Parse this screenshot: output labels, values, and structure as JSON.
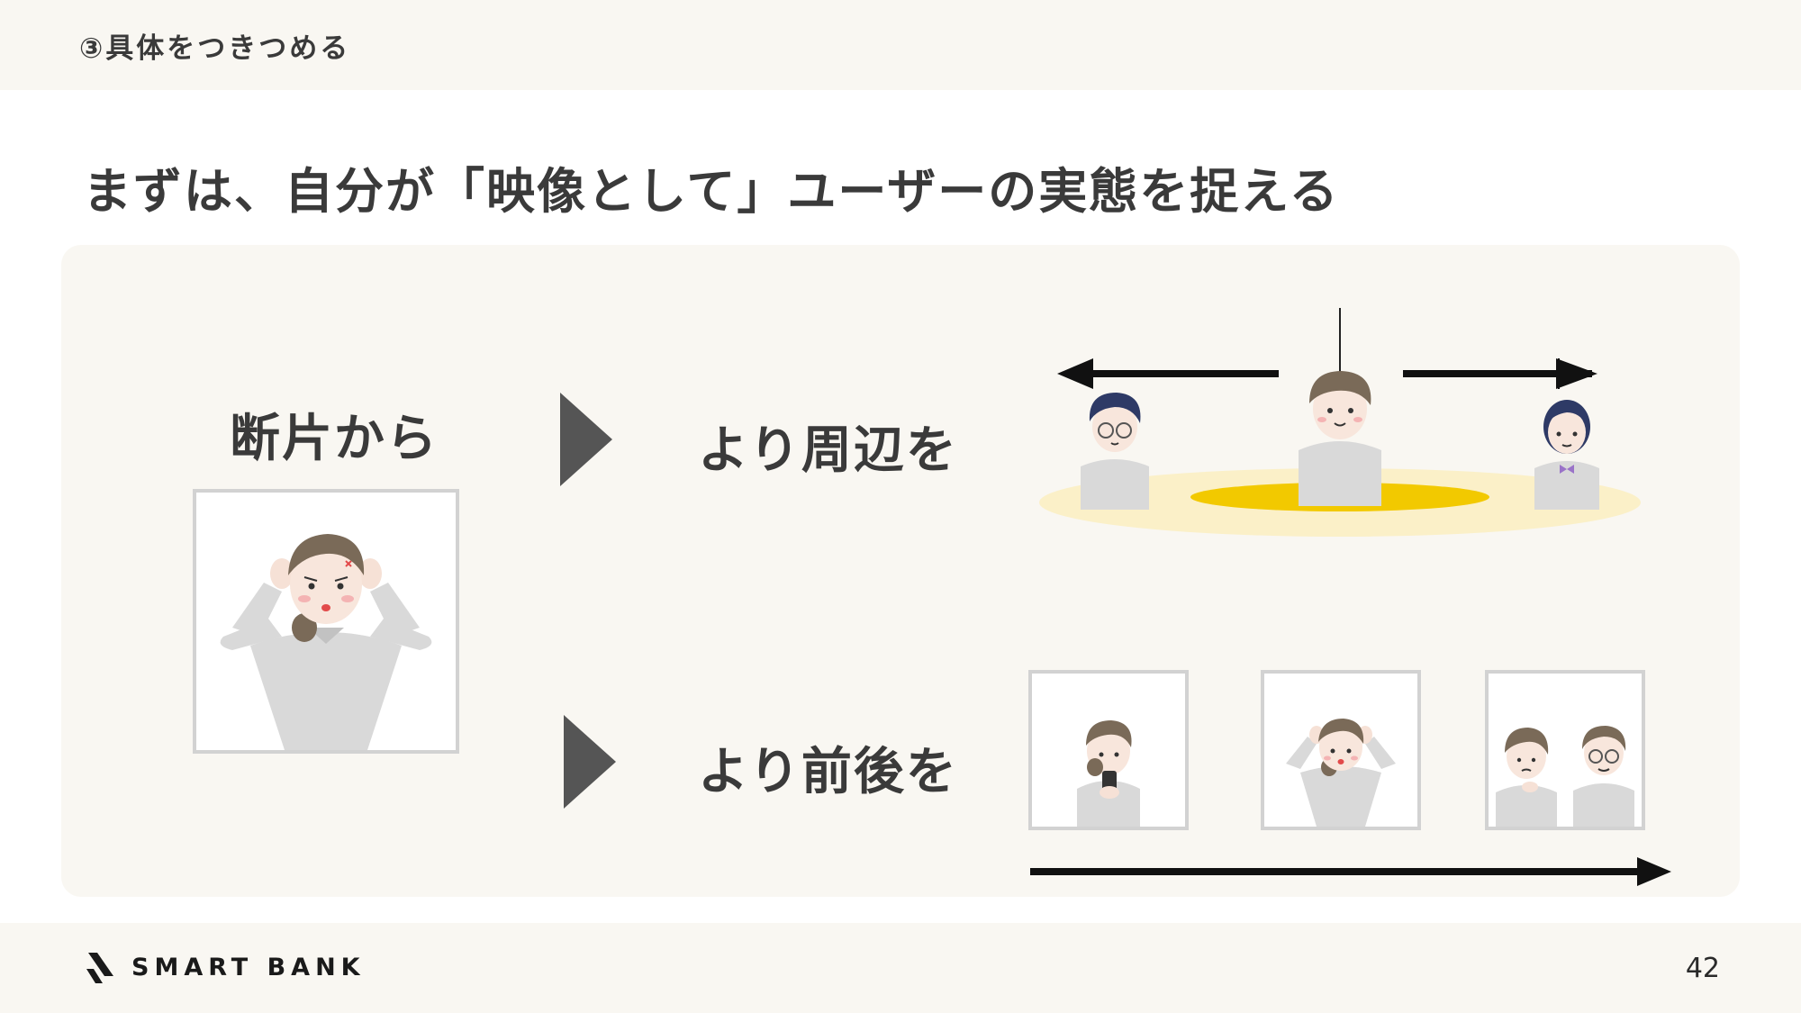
{
  "header": {
    "section": "③具体をつきつめる"
  },
  "title": "まずは、自分が「映像として」ユーザーの実態を捉える",
  "labels": {
    "fragment": "断片から",
    "around": "より周辺を",
    "before_after": "より前後を"
  },
  "footer": {
    "brand": "SMART BANK",
    "page": "42"
  },
  "colors": {
    "background_band": "#f9f7f2",
    "spotlight": "#f2c900",
    "spotlight_halo": "#fbf0c8",
    "arrow": "#555555",
    "frame_border": "#d2d2d2",
    "hair": "#7a6a58",
    "shirt": "#d9d9d9"
  }
}
